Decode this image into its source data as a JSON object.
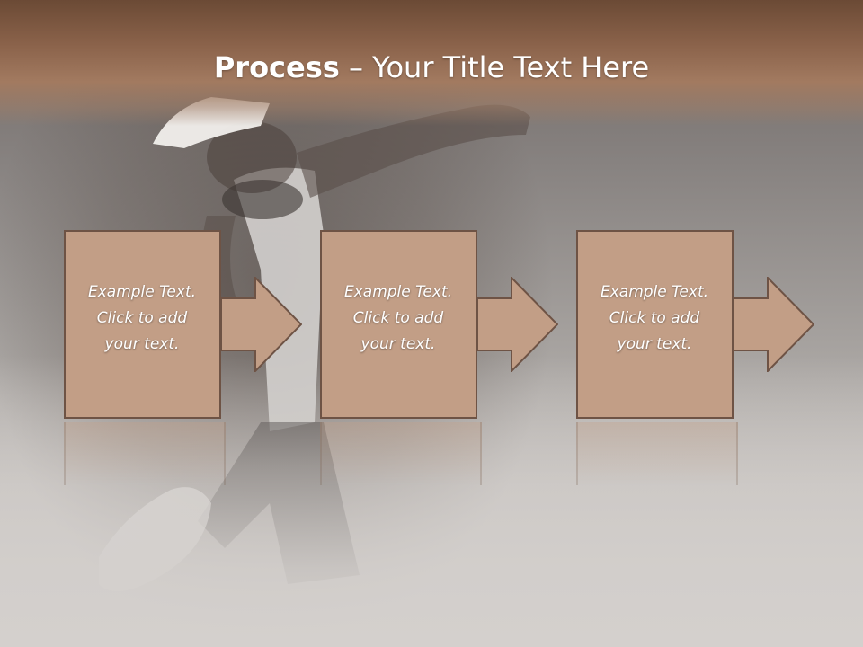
{
  "slide": {
    "title_bold": "Process",
    "title_rest": " – Your Title Text Here"
  },
  "steps": [
    {
      "text": "Example Text.\nClick  to add\nyour text."
    },
    {
      "text": "Example Text.\nClick  to add\nyour text."
    },
    {
      "text": "Example Text.\nClick  to add\nyour text."
    }
  ],
  "colors": {
    "band_top": "#6b4a35",
    "box_fill": "#c29e86",
    "box_border": "#6e5345",
    "text": "#ffffff"
  }
}
